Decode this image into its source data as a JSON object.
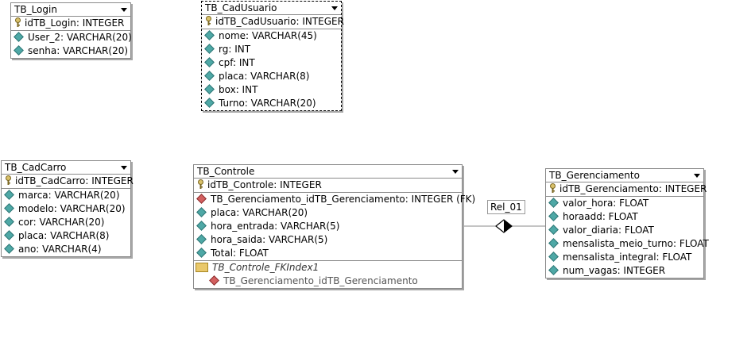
{
  "tables": {
    "login": {
      "name": "TB_Login",
      "pk": "idTB_Login: INTEGER",
      "fields": [
        "User_2: VARCHAR(20)",
        "senha: VARCHAR(20)"
      ]
    },
    "cadusuario": {
      "name": "TB_CadUsuario",
      "pk": "idTB_CadUsuario: INTEGER",
      "fields": [
        "nome: VARCHAR(45)",
        "rg: INT",
        "cpf: INT",
        "placa: VARCHAR(8)",
        "box: INT",
        "Turno: VARCHAR(20)"
      ]
    },
    "cadcarro": {
      "name": "TB_CadCarro",
      "pk": "idTB_CadCarro: INTEGER",
      "fields": [
        "marca: VARCHAR(20)",
        "modelo: VARCHAR(20)",
        "cor: VARCHAR(20)",
        "placa: VARCHAR(8)",
        "ano: VARCHAR(4)"
      ]
    },
    "controle": {
      "name": "TB_Controle",
      "pk": "idTB_Controle: INTEGER",
      "fk": "TB_Gerenciamento_idTB_Gerenciamento: INTEGER (FK)",
      "fields": [
        "placa: VARCHAR(20)",
        "hora_entrada: VARCHAR(5)",
        "hora_saida: VARCHAR(5)",
        "Total: FLOAT"
      ],
      "index_name": "TB_Controle_FKIndex1",
      "index_field": "TB_Gerenciamento_idTB_Gerenciamento"
    },
    "gerenciamento": {
      "name": "TB_Gerenciamento",
      "pk": "idTB_Gerenciamento: INTEGER",
      "fields": [
        "valor_hora: FLOAT",
        "horaadd: FLOAT",
        "valor_diaria: FLOAT",
        "mensalista_meio_turno: FLOAT",
        "mensalista_integral: FLOAT",
        "num_vagas: INTEGER"
      ]
    }
  },
  "relationship": {
    "label": "Rel_01"
  },
  "icons": {
    "primary_key": "key-icon",
    "field": "diamond-icon",
    "foreign_key": "red-diamond-icon",
    "index": "folder-icon",
    "dropdown": "caret-down-icon"
  },
  "colors": {
    "field_icon": "#4ea8a6",
    "fk_icon": "#d36060",
    "border": "#8a8a8a",
    "index_icon": "#e9c86b"
  }
}
